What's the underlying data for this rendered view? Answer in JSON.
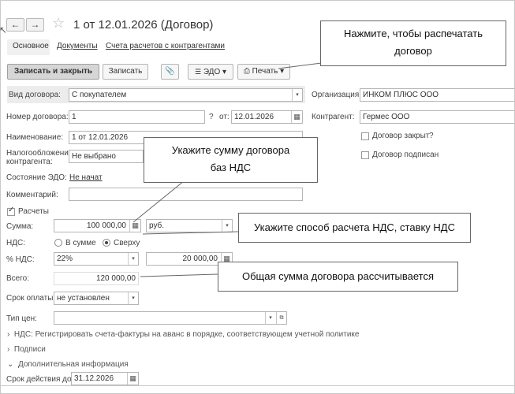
{
  "window": {
    "title": "1 от 12.01.2026 (Договор)"
  },
  "nav": {
    "back": "←",
    "forward": "→",
    "star": "☆"
  },
  "tabs": [
    {
      "label": "Основное"
    },
    {
      "label": "Документы"
    },
    {
      "label": "Счета расчетов с контрагентами"
    }
  ],
  "toolbar": {
    "save_close": "Записать и закрыть",
    "save": "Записать",
    "attach_icon": "📎",
    "edo": "ЭДО",
    "print": "Печать",
    "dd_arrow": "▾"
  },
  "form": {
    "kind_label": "Вид договора:",
    "kind_value": "С покупателем",
    "number_label": "Номер договора:",
    "number_value": "1",
    "q": "?",
    "from_label": "от:",
    "date_value": "12.01.2026",
    "name_label": "Наименование:",
    "name_value": "1 от 12.01.2026",
    "tax_label_1": "Налогообложение",
    "tax_label_2": "контрагента:",
    "tax_value": "Не выбрано",
    "edo_state_label": "Состояние ЭДО:",
    "edo_state_value": "Не начат",
    "comment_label": "Комментарий:",
    "comment_value": "",
    "calc_label": "Расчеты",
    "sum_label": "Сумма:",
    "sum_value": "100 000,00",
    "currency_value": "руб.",
    "vat_label": "НДС:",
    "vat_in_sum": "В сумме",
    "vat_on_top": "Сверху",
    "vat_rate_label": "% НДС:",
    "vat_rate_value": "22%",
    "vat_amount": "20 000,00",
    "total_label": "Всего:",
    "total_value": "120 000,00",
    "term_label": "Срок оплаты:",
    "term_value": "не установлен",
    "price_type_label": "Тип цен:",
    "price_type_value": "",
    "org_label": "Организация:",
    "org_value": "ИНКОМ ПЛЮС ООО",
    "counterparty_label": "Контрагент:",
    "counterparty_value": "Гермес ООО",
    "closed_label": "Договор закрыт",
    "closed_q": "?",
    "signed_label": "Договор подписан",
    "link_icon": "⧉"
  },
  "sections": {
    "vat_invoices": "НДС: Регистрировать счета-фактуры на аванс в порядке, соответствующем учетной политике",
    "signatories": "Подписи",
    "additional": "Дополнительная информация",
    "valid_until_label": "Срок действия до:",
    "valid_until_value": "31.12.2026"
  },
  "callouts": {
    "print": [
      "Нажмите, чтобы распечатать",
      "договор"
    ],
    "sum": [
      "Укажите сумму договора",
      "баз НДС"
    ],
    "vat_method": "Укажите способ расчета НДС, ставку НДС",
    "total": "Общая сумма договора рассчитывается"
  }
}
